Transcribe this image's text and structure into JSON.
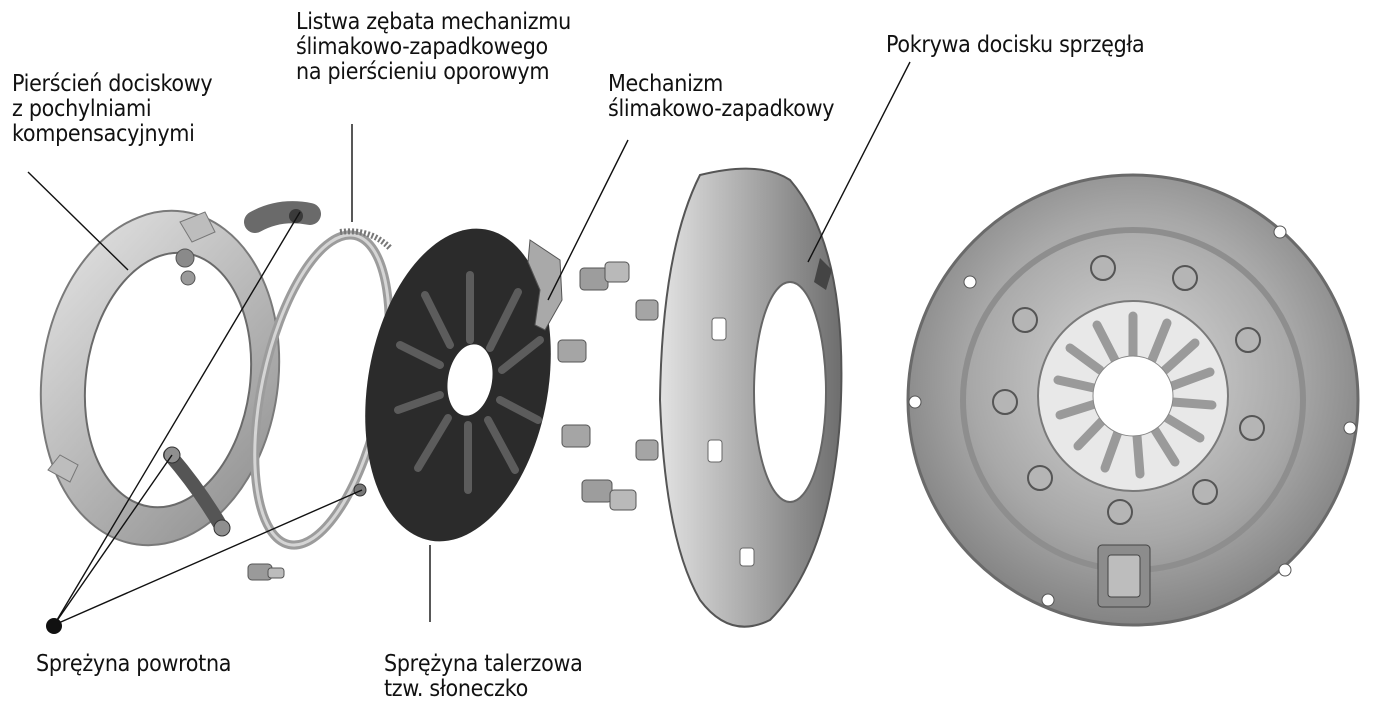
{
  "labels": {
    "pressure_ring": [
      "Pierścień dociskowy",
      "z pochylniami",
      "kompensacyjnymi"
    ],
    "toothed_strip": [
      "Listwa zębata mechanizmu",
      "ślimakowo-zapadkowego",
      "na pierścieniu oporowym"
    ],
    "worm_ratchet": [
      "Mechanizm",
      "ślimakowo-zapadkowy"
    ],
    "clutch_cover": [
      "Pokrywa docisku sprzęgła"
    ],
    "return_spring": [
      "Sprężyna powrotna"
    ],
    "diaphragm_spring": [
      "Sprężyna talerzowa",
      "tzw. słoneczko"
    ]
  },
  "colors": {
    "ink": "#111111",
    "metal_light": "#c9c9c9",
    "metal_mid": "#9a9a9a",
    "metal_dark": "#5e5e5e",
    "diaphragm": "#2a2a2a"
  }
}
